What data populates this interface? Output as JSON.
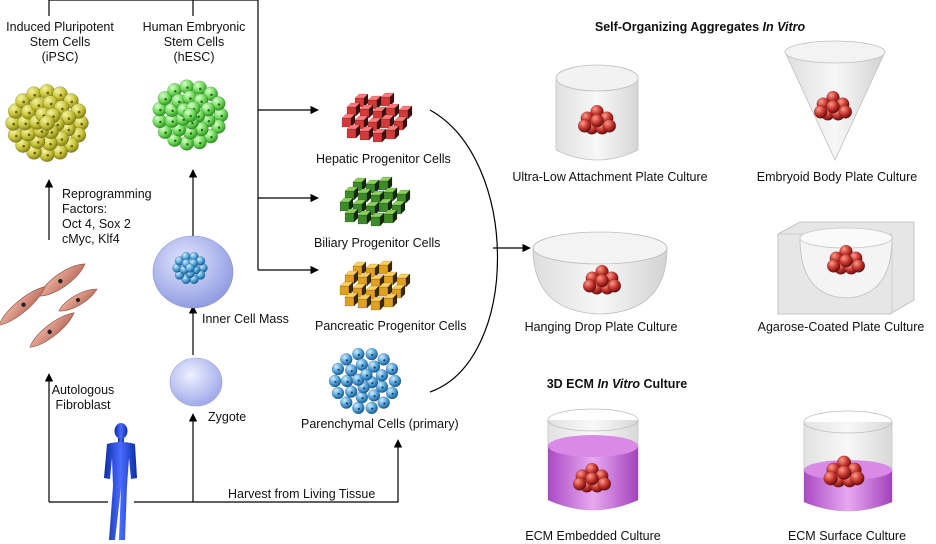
{
  "sources": {
    "ipsc": [
      "Induced Pluripotent",
      "Stem Cells",
      "(iPSC)"
    ],
    "hesc": [
      "Human Embryonic",
      "Stem Cells",
      "(hESC)"
    ],
    "reprogramming": [
      "Reprogramming",
      "Factors:",
      "Oct 4, Sox 2",
      "cMyc, Klf4"
    ],
    "fibroblast": [
      "Autologous",
      "Fibroblast"
    ],
    "inner_cell_mass": "Inner Cell Mass",
    "zygote": "Zygote",
    "harvest": "Harvest from Living Tissue"
  },
  "progenitors": {
    "hepatic": "Hepatic Progenitor Cells",
    "biliary": "Biliary Progenitor Cells",
    "pancreatic": "Pancreatic Progenitor Cells",
    "parenchymal": "Parenchymal Cells (primary)"
  },
  "self_organizing": {
    "title_prefix": "Self-Organizing Aggregates ",
    "title_emph": "In Vitro",
    "ultra_low": "Ultra-Low Attachment Plate Culture",
    "embryoid": "Embryoid Body Plate Culture",
    "hanging_drop": "Hanging Drop Plate Culture",
    "agarose": "Agarose-Coated Plate Culture"
  },
  "ecm": {
    "title_prefix": "3D ECM ",
    "title_emph": "In Vitro",
    "title_suffix": " Culture",
    "embedded": "ECM Embedded Culture",
    "surface": "ECM Surface Culture"
  },
  "colors": {
    "ipsc_cells": "#c9c43a",
    "hesc_cells": "#6fd95a",
    "hepatic": "#d23a3a",
    "biliary": "#3e8a2a",
    "pancreatic": "#e0a020",
    "parenchymal": "#4a9fd8",
    "aggregate": "#c0302a",
    "ecm": "#b040c8",
    "fibroblast": "#d99080",
    "human": "#1a3fd0"
  }
}
